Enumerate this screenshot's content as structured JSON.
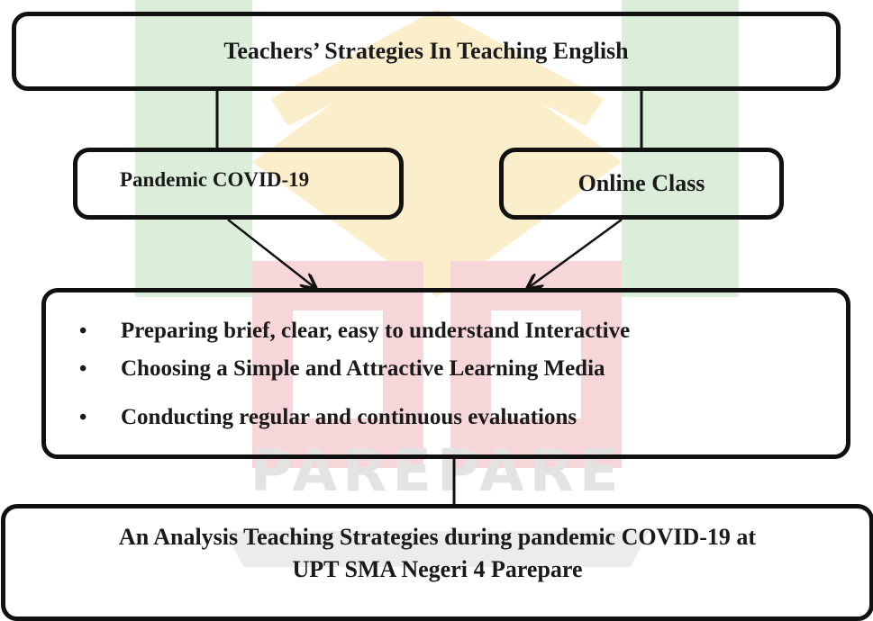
{
  "watermark": {
    "text": "PAREPARE",
    "colors": {
      "green": "#dbeed9",
      "yellow": "#fbeecb",
      "red": "#f7d6d9",
      "gray": "#e3e3e3"
    }
  },
  "diagram": {
    "top_box": "Teachers’ Strategies In Teaching English",
    "covid_box": "Pandemic COVID-19",
    "online_box": "Online Class",
    "strategies": [
      "Preparing brief, clear, easy to understand Interactive",
      "Choosing a Simple and Attractive Learning Media",
      "Conducting regular and continuous evaluations"
    ],
    "bullet_symbol": "•",
    "result_line1": "An Analysis Teaching Strategies during pandemic COVID-19 at",
    "result_line2": "UPT SMA Negeri 4 Parepare"
  },
  "colors": {
    "stroke": "#111111",
    "text": "#1a1a1a"
  }
}
